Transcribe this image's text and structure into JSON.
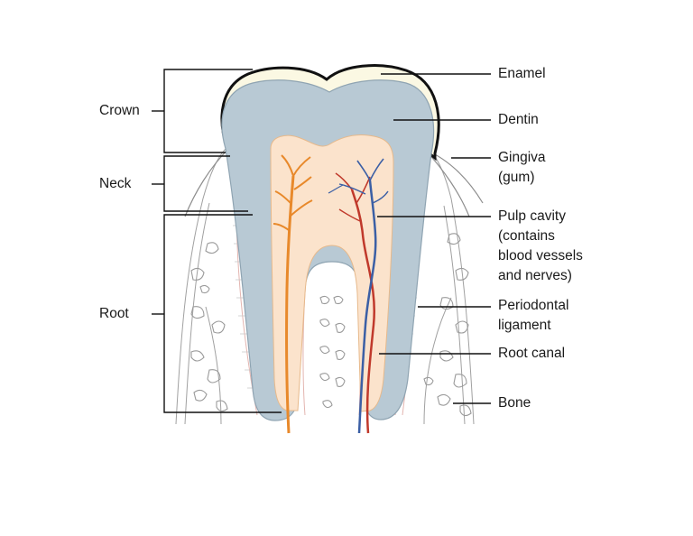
{
  "labels": {
    "crown": "Crown",
    "neck": "Neck",
    "root": "Root",
    "enamel": "Enamel",
    "dentin": "Dentin",
    "gingiva": "Gingiva\n(gum)",
    "pulp_cavity": "Pulp cavity\n(contains\nblood vessels\nand nerves)",
    "periodontal_ligament": "Periodontal\nligament",
    "root_canal": "Root canal",
    "bone": "Bone"
  },
  "colors": {
    "enamel": "#fbf8e3",
    "dentin": "#b8c9d4",
    "pulp": "#fbe3cc",
    "artery": "#c0392b",
    "vein": "#3b5fa5",
    "nerve": "#e8892b",
    "outline": "#111111",
    "bone_line": "#9a9a9a"
  }
}
